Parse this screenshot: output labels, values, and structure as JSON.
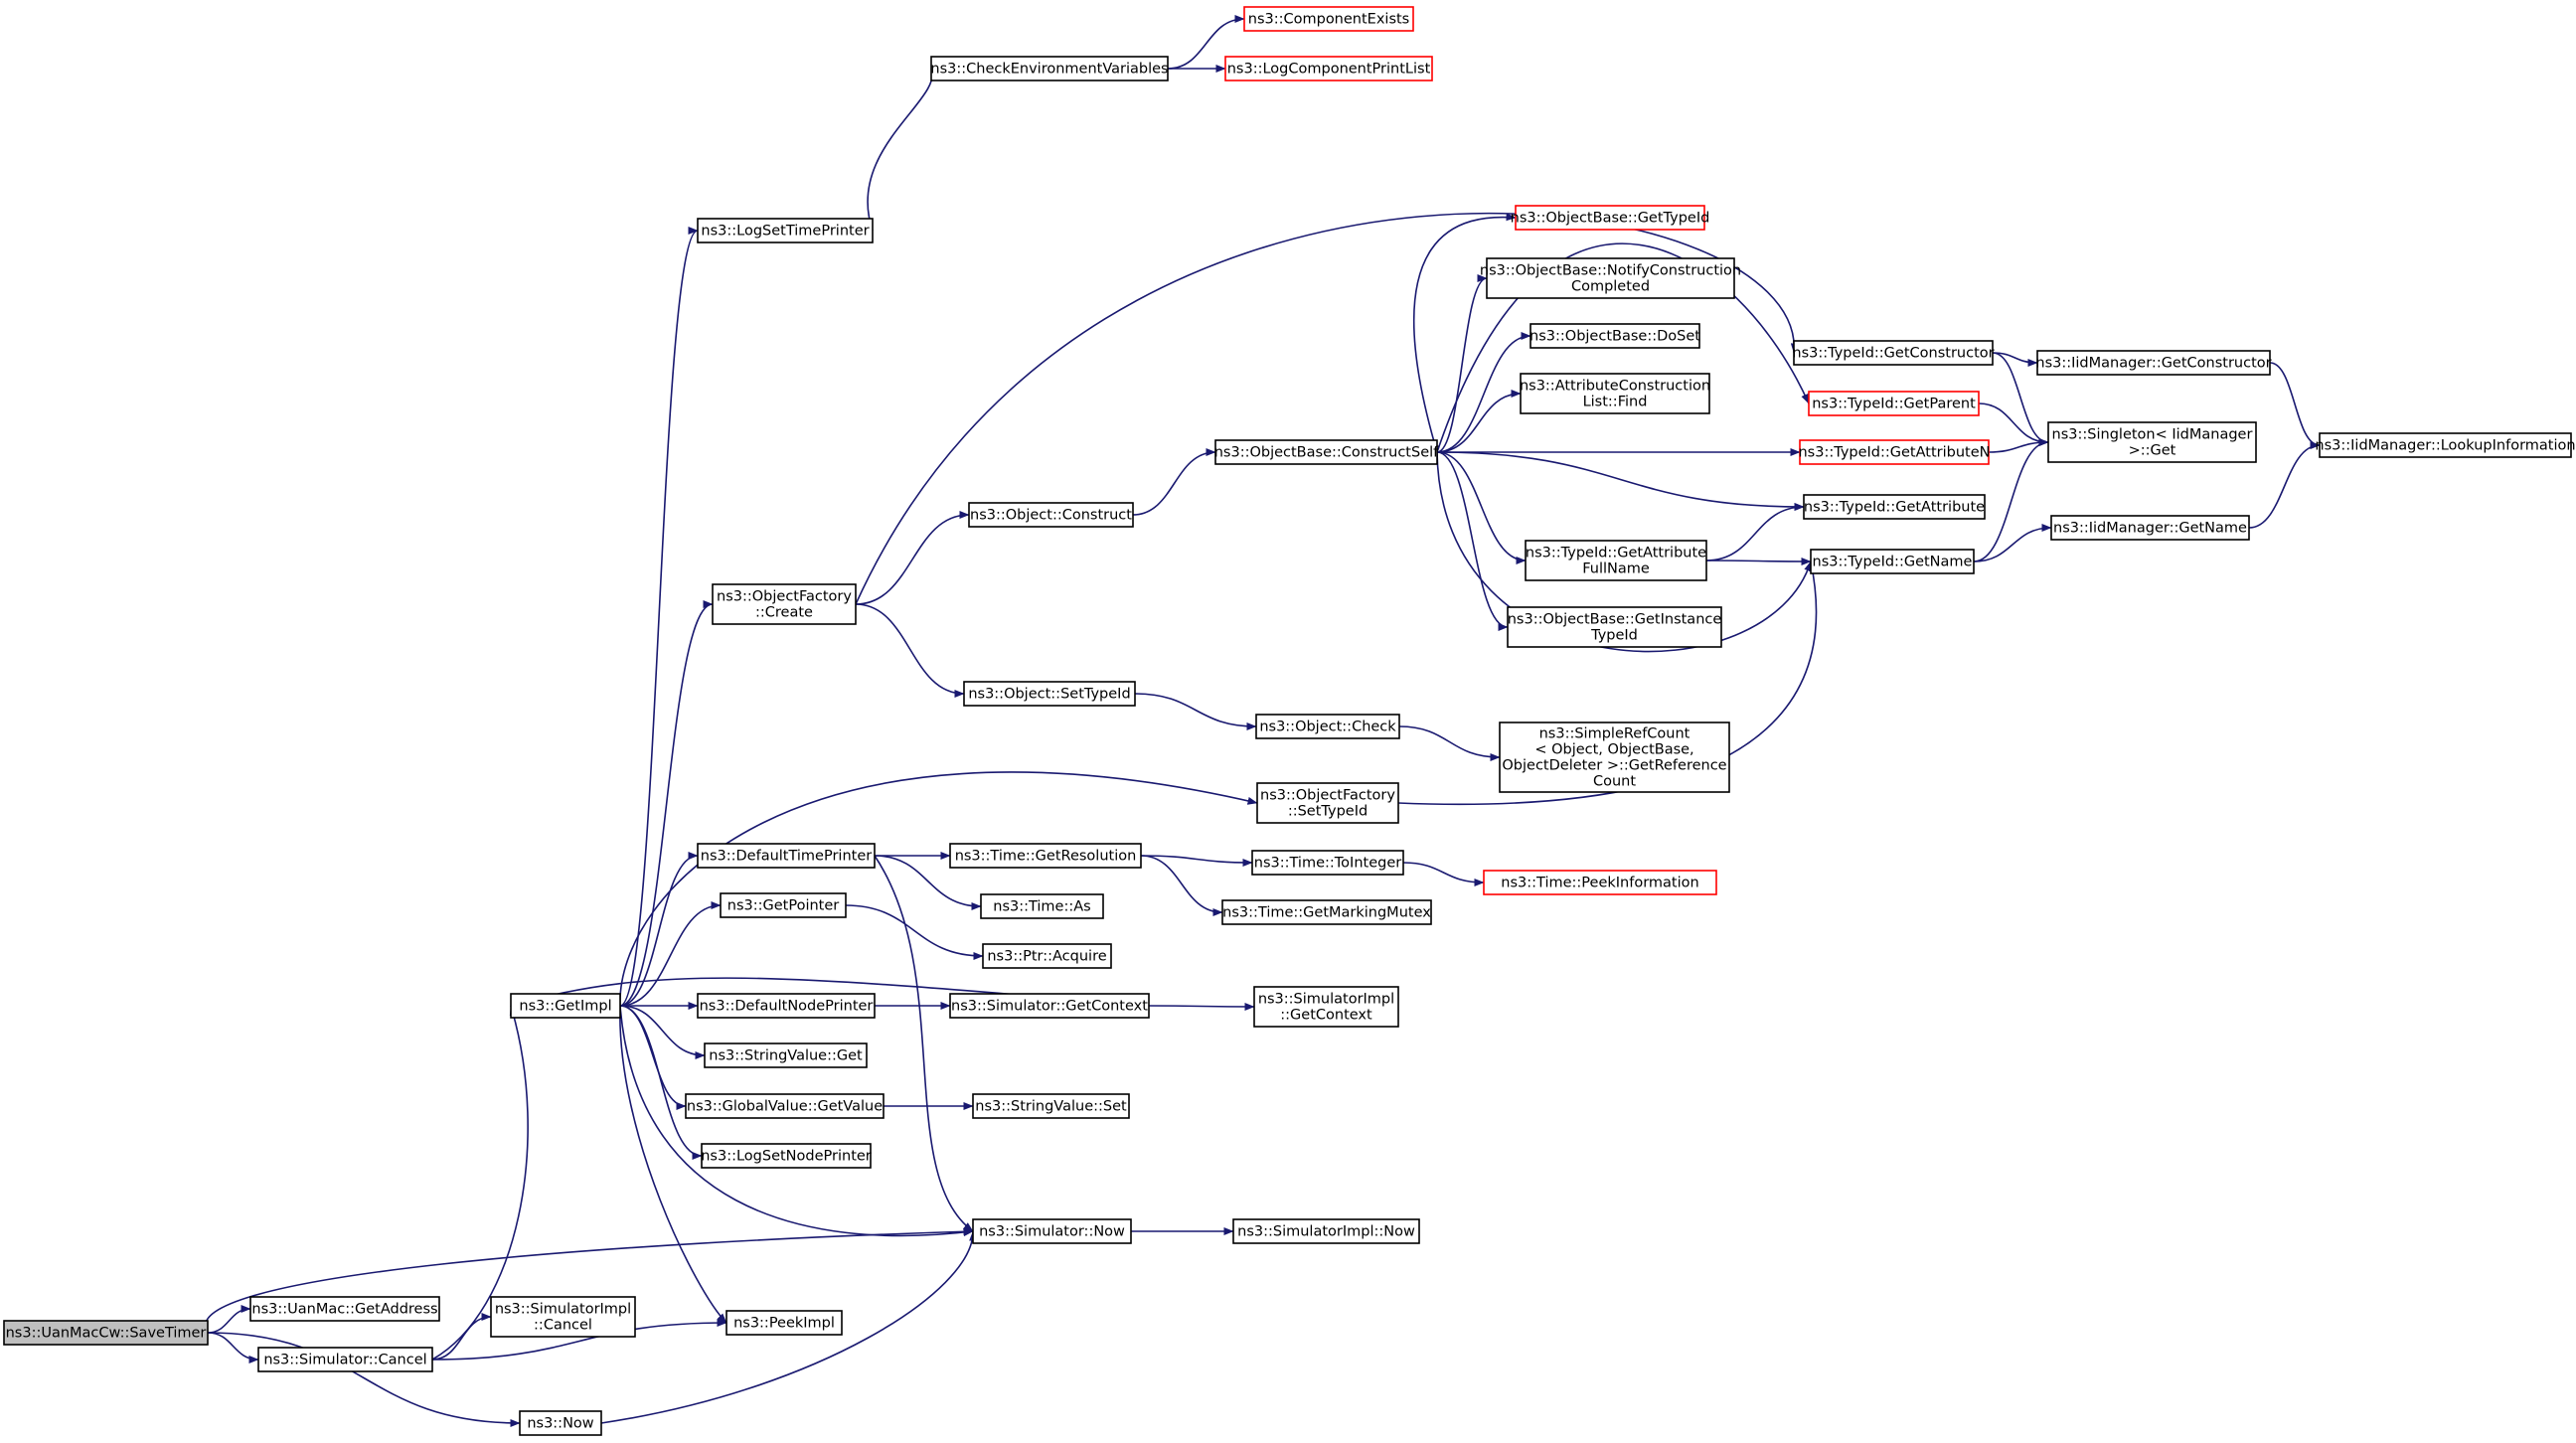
{
  "graph": {
    "colors": {
      "edge": "#191970",
      "root_fill": "#bfbfbf",
      "border": "#000000",
      "missing_border": "#ff0000"
    },
    "nodes": [
      {
        "id": "n0",
        "lines": [
          "ns3::UanMacCw::SaveTimer"
        ],
        "style": "root"
      },
      {
        "id": "n1",
        "lines": [
          "ns3::UanMac::GetAddress"
        ]
      },
      {
        "id": "n2",
        "lines": [
          "ns3::Simulator::Cancel"
        ]
      },
      {
        "id": "n3",
        "lines": [
          "ns3::Now"
        ]
      },
      {
        "id": "n4",
        "lines": [
          "ns3::SimulatorImpl",
          "::Cancel"
        ]
      },
      {
        "id": "n5",
        "lines": [
          "ns3::PeekImpl"
        ]
      },
      {
        "id": "n6",
        "lines": [
          "ns3::GetImpl"
        ]
      },
      {
        "id": "n7",
        "lines": [
          "ns3::LogSetTimePrinter"
        ]
      },
      {
        "id": "n8",
        "lines": [
          "ns3::ObjectFactory",
          "::Create"
        ]
      },
      {
        "id": "n9",
        "lines": [
          "ns3::DefaultTimePrinter"
        ]
      },
      {
        "id": "n10",
        "lines": [
          "ns3::GetPointer"
        ]
      },
      {
        "id": "n11",
        "lines": [
          "ns3::DefaultNodePrinter"
        ]
      },
      {
        "id": "n12",
        "lines": [
          "ns3::StringValue::Get"
        ]
      },
      {
        "id": "n13",
        "lines": [
          "ns3::GlobalValue::GetValue"
        ]
      },
      {
        "id": "n14",
        "lines": [
          "ns3::LogSetNodePrinter"
        ]
      },
      {
        "id": "n15",
        "lines": [
          "ns3::CheckEnvironmentVariables"
        ]
      },
      {
        "id": "n16",
        "lines": [
          "ns3::ComponentExists"
        ],
        "style": "red"
      },
      {
        "id": "n17",
        "lines": [
          "ns3::LogComponentPrintList"
        ],
        "style": "red"
      },
      {
        "id": "n18",
        "lines": [
          "ns3::Object::Construct"
        ]
      },
      {
        "id": "n19",
        "lines": [
          "ns3::Object::SetTypeId"
        ]
      },
      {
        "id": "n20",
        "lines": [
          "ns3::ObjectFactory",
          "::SetTypeId"
        ]
      },
      {
        "id": "n21",
        "lines": [
          "ns3::Time::GetResolution"
        ]
      },
      {
        "id": "n22",
        "lines": [
          "ns3::Time::As"
        ]
      },
      {
        "id": "n23",
        "lines": [
          "ns3::Simulator::Now"
        ]
      },
      {
        "id": "n24",
        "lines": [
          "ns3::Ptr::Acquire"
        ]
      },
      {
        "id": "n25",
        "lines": [
          "ns3::Simulator::GetContext"
        ]
      },
      {
        "id": "n26",
        "lines": [
          "ns3::StringValue::Set"
        ]
      },
      {
        "id": "n27",
        "lines": [
          "ns3::ObjectBase::ConstructSelf"
        ]
      },
      {
        "id": "n28",
        "lines": [
          "ns3::Object::Check"
        ]
      },
      {
        "id": "n29",
        "lines": [
          "ns3::Time::ToInteger"
        ]
      },
      {
        "id": "n30",
        "lines": [
          "ns3::Time::GetMarkingMutex"
        ]
      },
      {
        "id": "n31",
        "lines": [
          "ns3::SimulatorImpl::Now"
        ]
      },
      {
        "id": "n32",
        "lines": [
          "ns3::SimulatorImpl",
          "::GetContext"
        ]
      },
      {
        "id": "n33",
        "lines": [
          "ns3::ObjectBase::GetTypeId"
        ],
        "style": "red"
      },
      {
        "id": "n34",
        "lines": [
          "ns3::ObjectBase::NotifyConstruction",
          "Completed"
        ]
      },
      {
        "id": "n35",
        "lines": [
          "ns3::ObjectBase::DoSet"
        ]
      },
      {
        "id": "n36",
        "lines": [
          "ns3::AttributeConstruction",
          "List::Find"
        ]
      },
      {
        "id": "n37",
        "lines": [
          "ns3::TypeId::GetAttribute",
          "FullName"
        ]
      },
      {
        "id": "n38",
        "lines": [
          "ns3::ObjectBase::GetInstance",
          "TypeId"
        ]
      },
      {
        "id": "n39",
        "lines": [
          "ns3::SimpleRefCount",
          "< Object, ObjectBase,",
          "ObjectDeleter >::GetReference",
          "Count"
        ]
      },
      {
        "id": "n40",
        "lines": [
          "ns3::Time::PeekInformation"
        ],
        "style": "red"
      },
      {
        "id": "n41",
        "lines": [
          "ns3::TypeId::GetConstructor"
        ]
      },
      {
        "id": "n42",
        "lines": [
          "ns3::TypeId::GetParent"
        ],
        "style": "red"
      },
      {
        "id": "n43",
        "lines": [
          "ns3::TypeId::GetAttributeN"
        ],
        "style": "red"
      },
      {
        "id": "n44",
        "lines": [
          "ns3::TypeId::GetAttribute"
        ]
      },
      {
        "id": "n45",
        "lines": [
          "ns3::TypeId::GetName"
        ]
      },
      {
        "id": "n46",
        "lines": [
          "ns3::IidManager::GetConstructor"
        ]
      },
      {
        "id": "n47",
        "lines": [
          "ns3::Singleton< IidManager",
          ">::Get"
        ]
      },
      {
        "id": "n48",
        "lines": [
          "ns3::IidManager::GetName"
        ]
      },
      {
        "id": "n49",
        "lines": [
          "ns3::IidManager::LookupInformation"
        ]
      }
    ],
    "edges": [
      [
        "n0",
        "n1"
      ],
      [
        "n0",
        "n2"
      ],
      [
        "n0",
        "n3"
      ],
      [
        "n0",
        "n23"
      ],
      [
        "n2",
        "n4"
      ],
      [
        "n2",
        "n5"
      ],
      [
        "n2",
        "n6"
      ],
      [
        "n3",
        "n23"
      ],
      [
        "n6",
        "n7"
      ],
      [
        "n6",
        "n8"
      ],
      [
        "n6",
        "n9"
      ],
      [
        "n6",
        "n10"
      ],
      [
        "n6",
        "n11"
      ],
      [
        "n6",
        "n12"
      ],
      [
        "n6",
        "n13"
      ],
      [
        "n6",
        "n14"
      ],
      [
        "n6",
        "n5"
      ],
      [
        "n6",
        "n20"
      ],
      [
        "n6",
        "n23"
      ],
      [
        "n7",
        "n15"
      ],
      [
        "n15",
        "n16"
      ],
      [
        "n15",
        "n17"
      ],
      [
        "n8",
        "n18"
      ],
      [
        "n8",
        "n19"
      ],
      [
        "n8",
        "n41"
      ],
      [
        "n18",
        "n27"
      ],
      [
        "n27",
        "n33"
      ],
      [
        "n27",
        "n34"
      ],
      [
        "n27",
        "n35"
      ],
      [
        "n27",
        "n36"
      ],
      [
        "n27",
        "n37"
      ],
      [
        "n27",
        "n38"
      ],
      [
        "n27",
        "n42"
      ],
      [
        "n27",
        "n43"
      ],
      [
        "n27",
        "n44"
      ],
      [
        "n27",
        "n45"
      ],
      [
        "n19",
        "n28"
      ],
      [
        "n28",
        "n39"
      ],
      [
        "n20",
        "n45"
      ],
      [
        "n9",
        "n21"
      ],
      [
        "n9",
        "n22"
      ],
      [
        "n9",
        "n23"
      ],
      [
        "n21",
        "n29"
      ],
      [
        "n21",
        "n30"
      ],
      [
        "n29",
        "n40"
      ],
      [
        "n10",
        "n24"
      ],
      [
        "n11",
        "n25"
      ],
      [
        "n25",
        "n6"
      ],
      [
        "n25",
        "n32"
      ],
      [
        "n13",
        "n26"
      ],
      [
        "n23",
        "n31"
      ],
      [
        "n37",
        "n44"
      ],
      [
        "n37",
        "n45"
      ],
      [
        "n41",
        "n46"
      ],
      [
        "n41",
        "n47"
      ],
      [
        "n42",
        "n47"
      ],
      [
        "n43",
        "n47"
      ],
      [
        "n45",
        "n47"
      ],
      [
        "n45",
        "n48"
      ],
      [
        "n46",
        "n49"
      ],
      [
        "n48",
        "n49"
      ]
    ]
  }
}
